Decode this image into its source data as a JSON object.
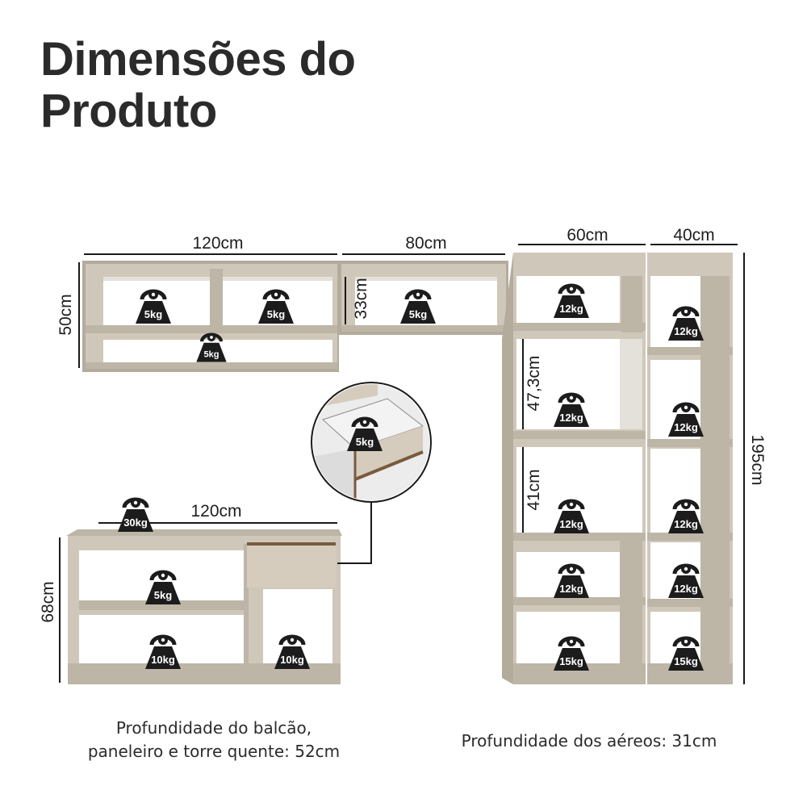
{
  "title": {
    "line1": "Dimensões do",
    "line2": "Produto"
  },
  "notes": {
    "counter_depth_line1": "Profundidade do balcão,",
    "counter_depth_line2": "paneleiro e torre quente: 52cm",
    "upper_depth": "Profundidade dos aéreos: 31cm"
  },
  "dimensions": {
    "upper_left_width": "120cm",
    "upper_left_height": "50cm",
    "upper_mid_width": "80cm",
    "upper_mid_inner_height": "33cm",
    "tower_a_width": "60cm",
    "tower_b_width": "40cm",
    "tall_height": "195cm",
    "tower_gap_1": "47,3cm",
    "tower_gap_2": "41cm",
    "counter_width": "120cm",
    "counter_height": "68cm"
  },
  "weights": {
    "upper_left_1": "5kg",
    "upper_left_2": "5kg",
    "upper_left_3": "5kg",
    "upper_mid": "5kg",
    "drawer": "5kg",
    "countertop": "30kg",
    "counter_shelf": "5kg",
    "counter_bottom_1": "10kg",
    "counter_bottom_2": "10kg",
    "tower_a_1": "12kg",
    "tower_a_2": "12kg",
    "tower_a_3": "12kg",
    "tower_a_4": "12kg",
    "tower_a_5": "15kg",
    "tower_b_1": "12kg",
    "tower_b_2": "12kg",
    "tower_b_3": "12kg",
    "tower_b_4": "12kg",
    "tower_b_5": "15kg"
  },
  "colors": {
    "body": "#cfc8ba",
    "body_dark": "#b3ab9c",
    "interior": "#ffffff",
    "shadow": "#e4e1db",
    "drawer_front": "#d5ccbd",
    "drawer_edge": "#7a5a3e",
    "badge": "#1c1c1c",
    "line": "#1a1a1a",
    "text": "#2b2b2b"
  }
}
